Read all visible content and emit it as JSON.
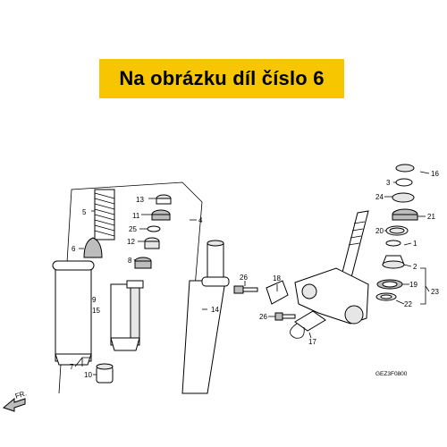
{
  "banner": {
    "text": "Na obrázku díl číslo 6",
    "color": "#f7c600"
  },
  "callouts": {
    "n1": "1",
    "n2": "2",
    "n3": "3",
    "n4": "4",
    "n5": "5",
    "n6": "6",
    "n7": "7",
    "n8": "8",
    "n9": "9",
    "n10": "10",
    "n11": "11",
    "n12": "12",
    "n13": "13",
    "n14": "14",
    "n15": "15",
    "n16": "16",
    "n17": "17",
    "n18": "18",
    "n19": "19",
    "n20": "20",
    "n21": "21",
    "n22": "22",
    "n23": "23",
    "n24": "24",
    "n25": "25",
    "n26a": "26",
    "n26b": "26"
  },
  "front_marker": "FR.",
  "diagram_code": "GEZ3F0800",
  "highlighted_part": "6"
}
